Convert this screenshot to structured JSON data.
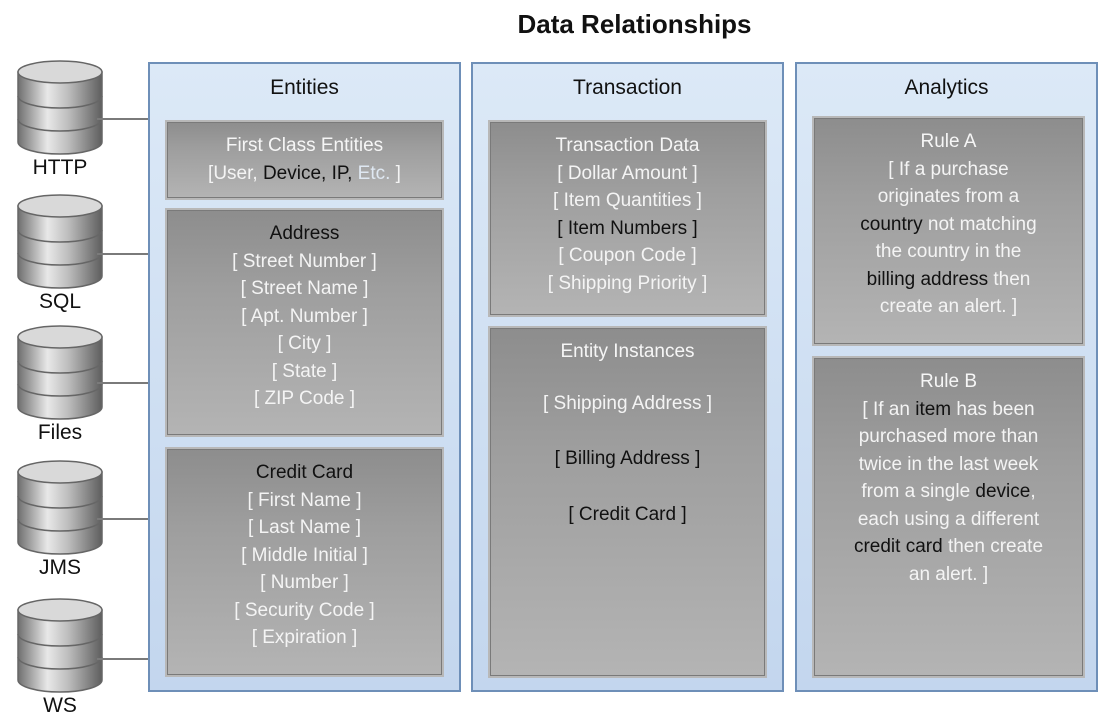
{
  "title": "Data Relationships",
  "sources": [
    {
      "label": "HTTP",
      "icon": "database-icon"
    },
    {
      "label": "SQL",
      "icon": "database-icon"
    },
    {
      "label": "Files",
      "icon": "database-icon"
    },
    {
      "label": "JMS",
      "icon": "database-icon"
    },
    {
      "label": "WS",
      "icon": "database-icon"
    }
  ],
  "panels": {
    "entities": {
      "title": "Entities",
      "first_class": {
        "heading": "First Class Entities",
        "line_open": "[User,",
        "device": "Device,",
        "ip": "IP,",
        "etc": "Etc.",
        "close": "]"
      },
      "address": {
        "heading": "Address",
        "items": [
          "[ Street Number ]",
          "[ Street Name ]",
          "[ Apt. Number ]",
          "[ City ]",
          "[ State ]",
          "[ ZIP Code ]"
        ]
      },
      "credit_card": {
        "heading": "Credit Card",
        "items": [
          "[ First Name ]",
          "[ Last Name ]",
          "[ Middle Initial ]",
          "[ Number ]",
          "[ Security Code ]",
          "[ Expiration ]"
        ]
      }
    },
    "transaction": {
      "title": "Transaction",
      "transaction_data": {
        "heading": "Transaction Data",
        "items": [
          "[ Dollar Amount ]",
          "[ Item Quantities ]",
          "[ Item Numbers ]",
          "[ Coupon Code ]",
          "[ Shipping Priority ]"
        ]
      },
      "entity_instances": {
        "heading": "Entity Instances",
        "items": [
          "[ Shipping Address ]",
          "[ Billing Address ]",
          "[ Credit Card ]"
        ]
      }
    },
    "analytics": {
      "title": "Analytics",
      "rule_a": {
        "heading": "Rule A",
        "l1": "[ If a purchase",
        "l2": "originates from a",
        "l3_hl": "country",
        "l3_rest": " not matching",
        "l4": "the country in the",
        "l5_hl": "billing address",
        "l5_rest": " then",
        "l6": "create an alert. ]"
      },
      "rule_b": {
        "heading": "Rule B",
        "l1_pre": "[ If an ",
        "l1_hl": "item",
        "l1_post": " has been",
        "l2": "purchased more than",
        "l3": "twice in the last week",
        "l4_pre": "from a single ",
        "l4_hl": "device",
        "l4_post": ",",
        "l5": "each using a different",
        "l6_hl": "credit card",
        "l6_post": " then create",
        "l7": "an alert. ]"
      }
    }
  },
  "colors": {
    "panel_fill": "#c3d6ee",
    "panel_border": "#6e8fb8",
    "box_fill": "#9e9e9e",
    "highlight_text": "#111111"
  }
}
